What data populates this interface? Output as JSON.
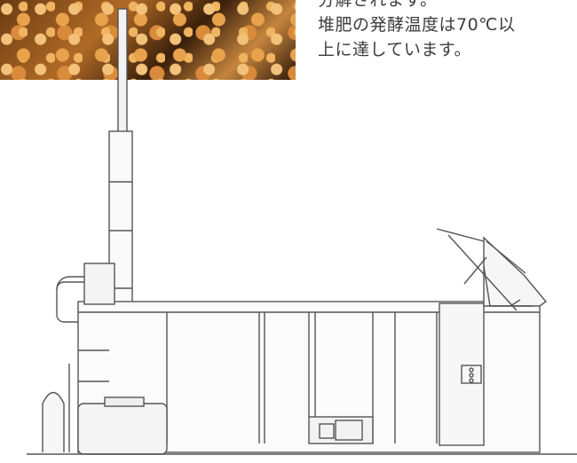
{
  "caption": {
    "line1": "分解されます。",
    "line2": "堆肥の発酵温度は70℃以",
    "line3": "上に達しています。"
  }
}
